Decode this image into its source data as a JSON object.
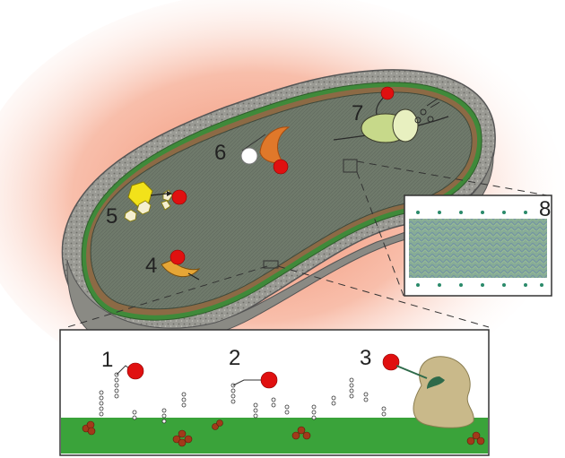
{
  "labels": {
    "l1": "1",
    "l2": "2",
    "l3": "3",
    "l4": "4",
    "l5": "5",
    "l6": "6",
    "l7": "7",
    "l8": "8"
  },
  "colors": {
    "halo": "#f08a6a",
    "cell_interior": "#6f7a6b",
    "cell_wall": "#a6a6a0",
    "membrane_green": "#3f8a3a",
    "panel_bg": "#ffffff",
    "lawn_green": "#3aa33a",
    "molecule_red": "#e01010",
    "enzyme_tan": "#c9b98a",
    "hexagon_yellow": "#f2e21a",
    "crescent_orange": "#e0782a"
  }
}
